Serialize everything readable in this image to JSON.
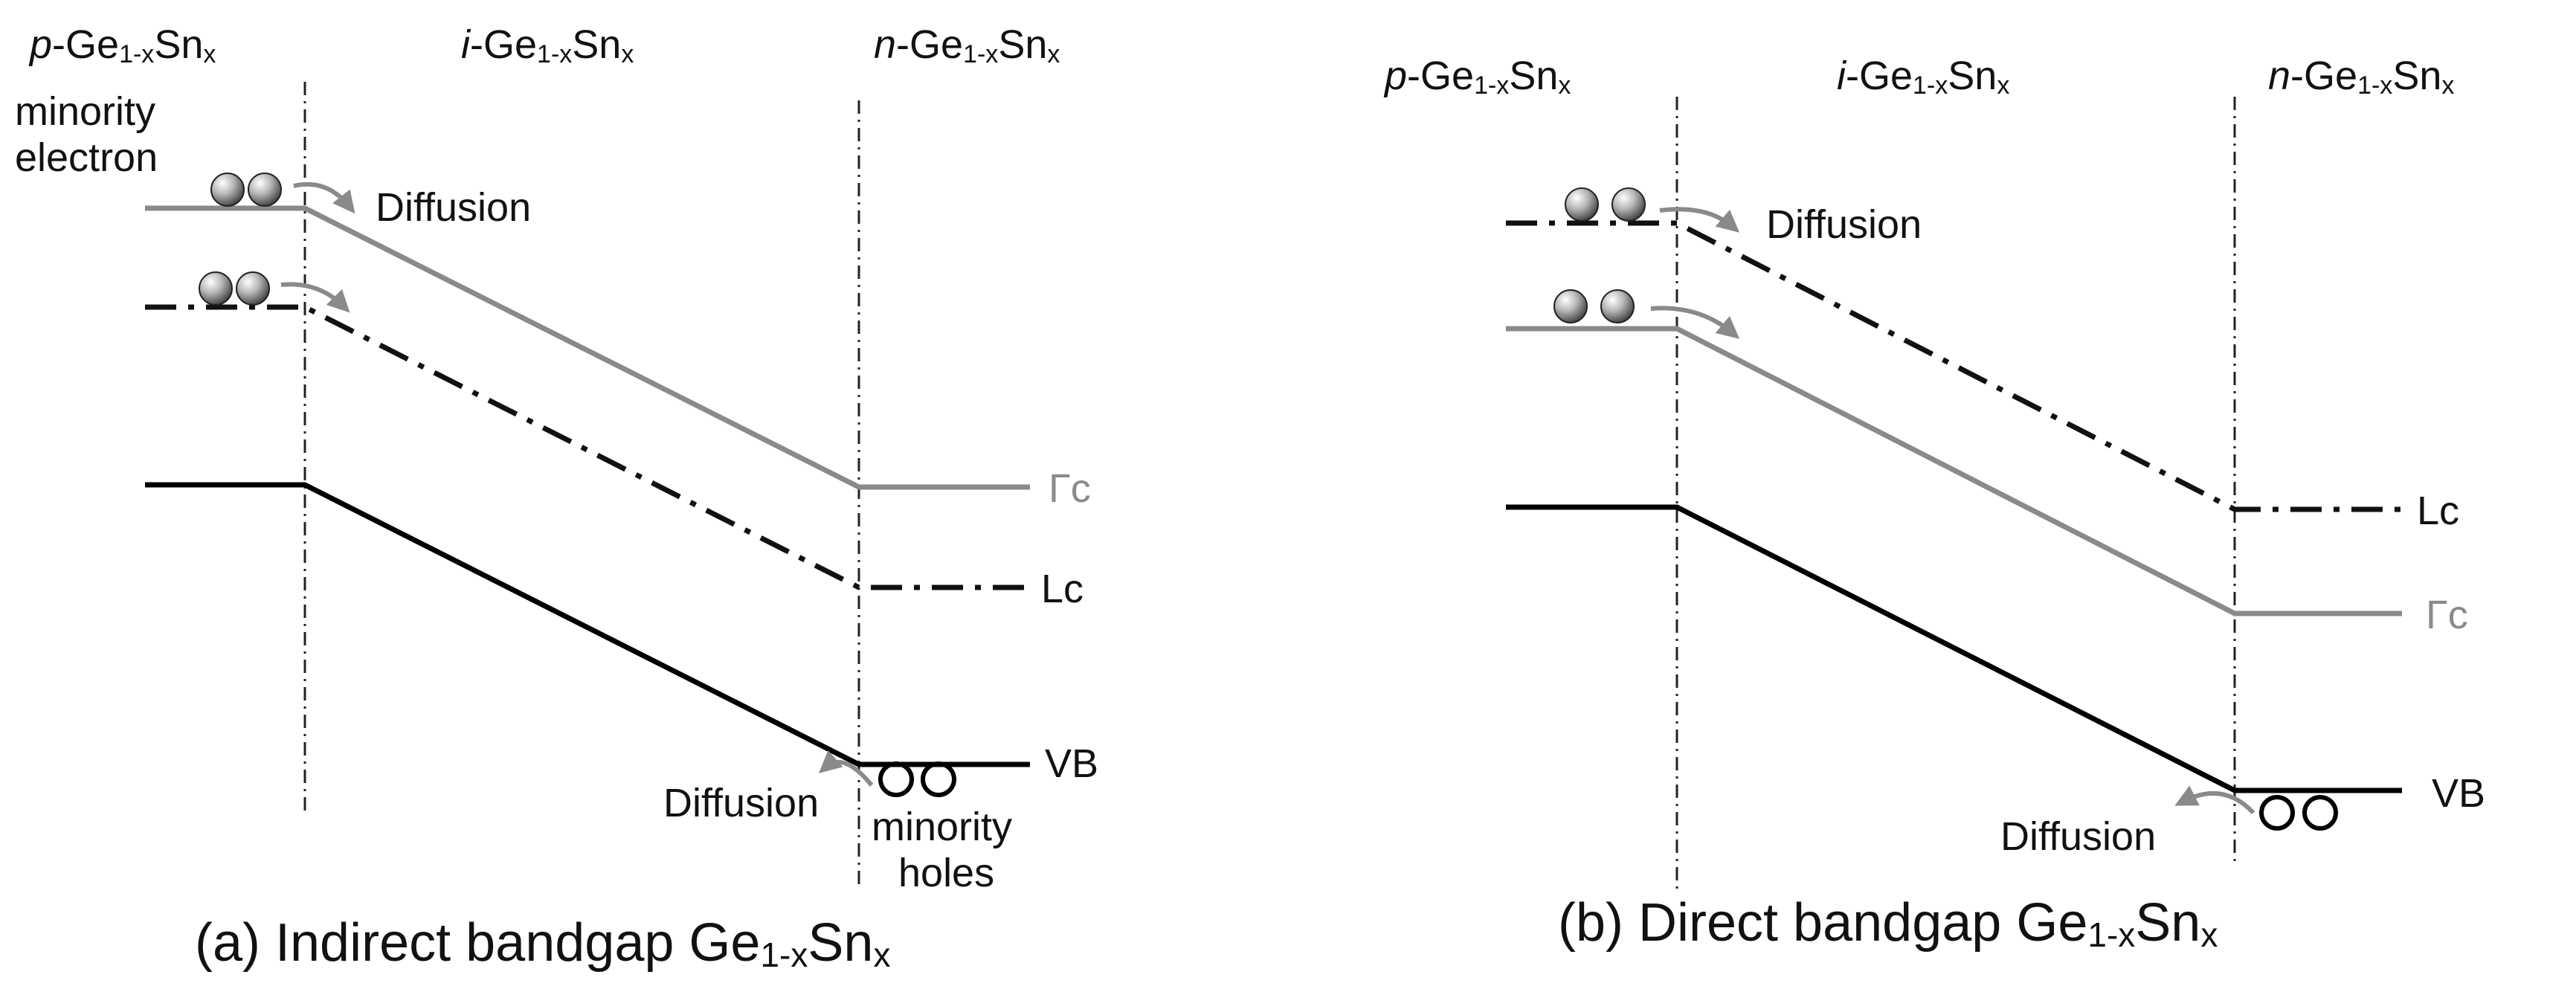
{
  "panels": [
    {
      "caption_main": "(a) Indirect bandgap Ge",
      "caption_sub": "1-x",
      "caption_sn": "Sn",
      "caption_x": "x",
      "regions": [
        {
          "prefix": "p",
          "rest": "-Ge",
          "sub1": "1-x",
          "sn": "Sn",
          "sub2": "x"
        },
        {
          "prefix": "i",
          "rest": "-Ge",
          "sub1": "1-x",
          "sn": "Sn",
          "sub2": "x"
        },
        {
          "prefix": "n",
          "rest": "-Ge",
          "sub1": "1-x",
          "sn": "Sn",
          "sub2": "x"
        }
      ],
      "band_labels": {
        "gamma": "Γc",
        "l": "Lc",
        "vb": "VB"
      },
      "annotations": {
        "minority_electron_1": "minority",
        "minority_electron_2": "electron",
        "diffusion_top": "Diffusion",
        "diffusion_bottom": "Diffusion",
        "minority_holes_1": "minority",
        "minority_holes_2": "holes"
      }
    },
    {
      "caption_main": "(b) Direct bandgap Ge",
      "caption_sub": "1-x",
      "caption_sn": "Sn",
      "caption_x": "x",
      "regions": [
        {
          "prefix": "p",
          "rest": "-Ge",
          "sub1": "1-x",
          "sn": "Sn",
          "sub2": "x"
        },
        {
          "prefix": "i",
          "rest": "-Ge",
          "sub1": "1-x",
          "sn": "Sn",
          "sub2": "x"
        },
        {
          "prefix": "n",
          "rest": "-Ge",
          "sub1": "1-x",
          "sn": "Sn",
          "sub2": "x"
        }
      ],
      "band_labels": {
        "gamma": "Γc",
        "l": "Lc",
        "vb": "VB"
      },
      "annotations": {
        "diffusion_top": "Diffusion",
        "diffusion_bottom": "Diffusion"
      }
    }
  ],
  "colors": {
    "gamma_band": "#8a8a8a",
    "l_band": "#111111",
    "valence_band": "#000000",
    "arrow": "#8a8a8a"
  }
}
